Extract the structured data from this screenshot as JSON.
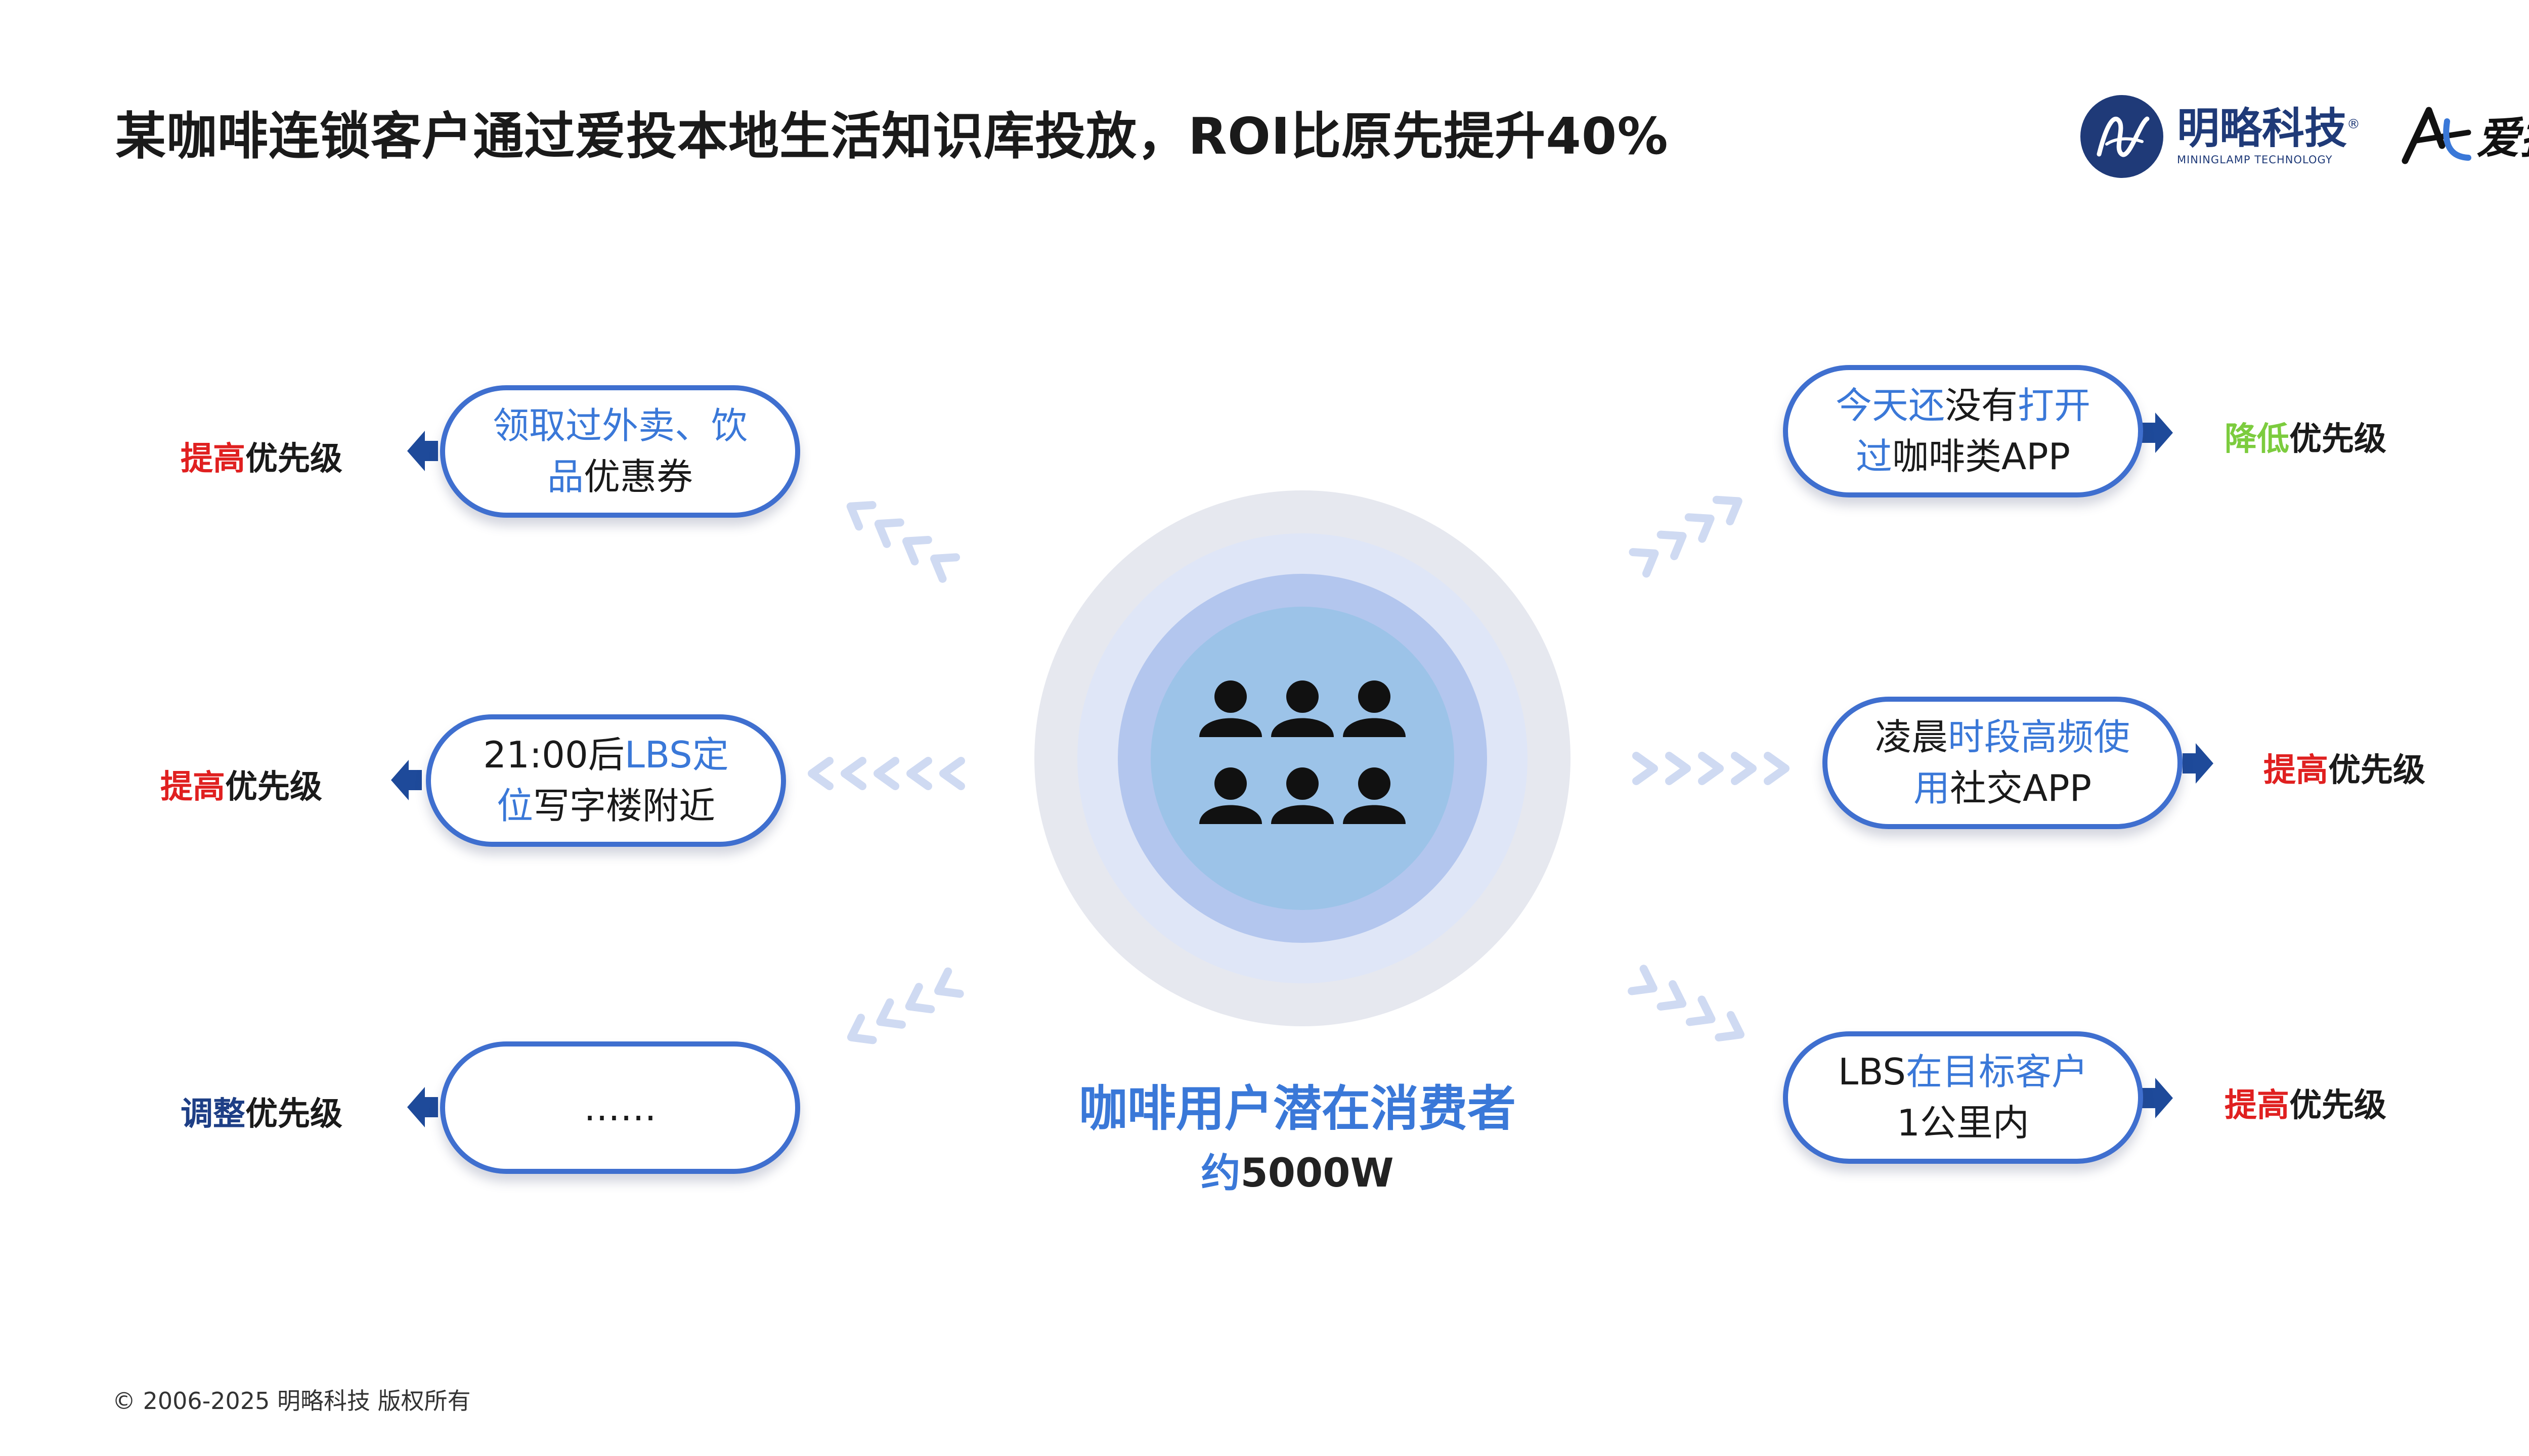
{
  "title": "某咖啡连锁客户通过爱投本地生活知识库投放，ROI比原先提升40%",
  "brand": {
    "company_name": "明略科技",
    "company_sub": "MININGLAMP TECHNOLOGY",
    "registered_mark": "®",
    "product_name": "爱投"
  },
  "center": {
    "title": "咖啡用户潜在消费者",
    "sub_prefix": "约",
    "sub_value": "5000W",
    "icon": "people-group-icon"
  },
  "left_items": [
    {
      "line1_a": "领取过外卖、饮",
      "line2_a": "品",
      "line2_b": "优惠券",
      "priority_a": "提高",
      "priority_b": "优先级"
    },
    {
      "line1_a": "21:00后",
      "line1_b": "LBS定",
      "line2_a": "位",
      "line2_b": "写字楼附近",
      "priority_a": "提高",
      "priority_b": "优先级"
    },
    {
      "line1_a": "……",
      "priority_a": "调整",
      "priority_b": "优先级"
    }
  ],
  "right_items": [
    {
      "line1_a": "今天还",
      "line1_b": "没有",
      "line1_c": "打开",
      "line2_a": "过",
      "line2_b": "咖啡类APP",
      "priority_a": "降低",
      "priority_b": "优先级"
    },
    {
      "line1_a": "凌晨",
      "line1_b": "时段高频使",
      "line2_a": "用",
      "line2_b": "社交APP",
      "priority_a": "提高",
      "priority_b": "优先级"
    },
    {
      "line1_a": "LBS",
      "line1_b": "在目标客户",
      "line2_a": "1公里内",
      "priority_a": "提高",
      "priority_b": "优先级"
    }
  ],
  "footer": "© 2006-2025 明略科技 版权所有",
  "colors": {
    "accent_blue": "#3a78d8",
    "pill_border": "#3f6fcf",
    "arrow_navy": "#1e4a9a",
    "priority_red": "#e02020",
    "priority_green": "#7ccc3e",
    "priority_navy": "#1e3f86"
  }
}
